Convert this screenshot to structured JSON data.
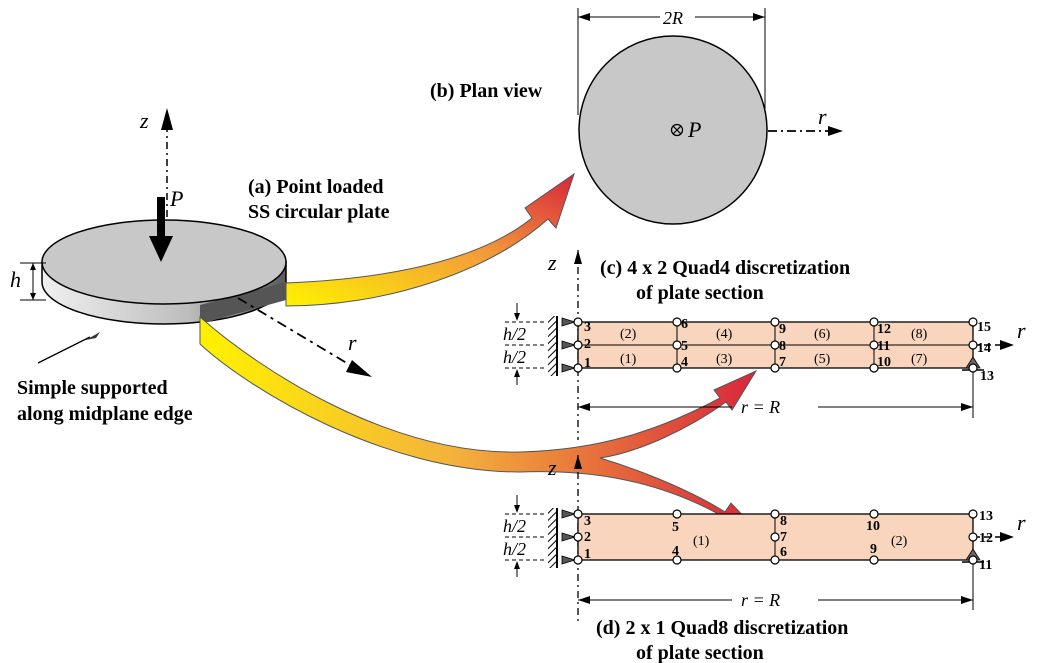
{
  "axes": {
    "z": "z",
    "r": "r",
    "P": "P",
    "h": "h"
  },
  "labels": {
    "plan_view": "(b) Plan view",
    "two_r": "2R",
    "point_loaded_1": "(a) Point loaded",
    "point_loaded_2": "SS circular plate",
    "support_1": "Simple supported",
    "support_2": "along midplane edge",
    "c_title_1": "(c) 4 x 2 Quad4 discretization",
    "c_title_2": "of plate section",
    "d_title_1": "(d) 2 x 1 Quad8 discretization",
    "d_title_2": "of plate section",
    "half_h": "h/2",
    "r_eq_R": "r = R"
  },
  "quad4": {
    "nodes": [
      "1",
      "2",
      "3",
      "4",
      "5",
      "6",
      "7",
      "8",
      "9",
      "10",
      "11",
      "12",
      "13",
      "14",
      "15"
    ],
    "elements": [
      "(1)",
      "(2)",
      "(3)",
      "(4)",
      "(5)",
      "(6)",
      "(7)",
      "(8)"
    ]
  },
  "quad8": {
    "nodes": [
      "1",
      "2",
      "3",
      "4",
      "5",
      "6",
      "7",
      "8",
      "9",
      "10",
      "11",
      "12",
      "13"
    ],
    "elements": [
      "(1)",
      "(2)"
    ]
  },
  "colors": {
    "plate_top": "#c8c8c8",
    "mesh_fill": "#f9d5bd",
    "arrow_start": "#fff200",
    "arrow_end": "#d8243c"
  }
}
